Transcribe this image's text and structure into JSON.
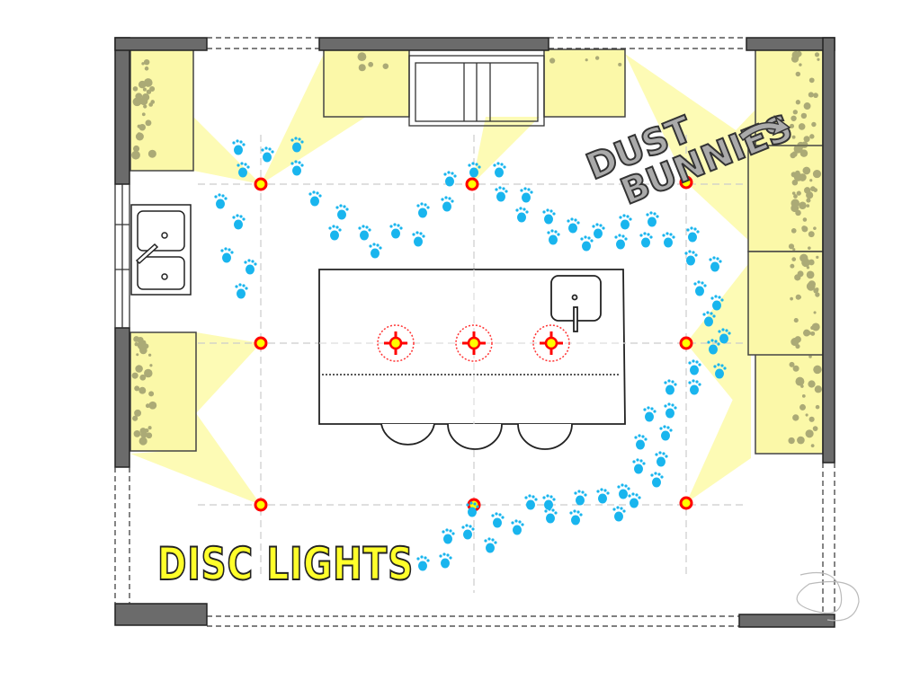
{
  "labels": {
    "disc_lights": "DISC LIGHTS",
    "dust_bunnies_line1": "DUST",
    "dust_bunnies_line2": "BUNNIES"
  },
  "colors": {
    "wall": "#6b6b6b",
    "cabinet": "#fbf8a8",
    "light_cone": "#fdfbb5",
    "disc_light_fill": "#ffff00",
    "disc_light_ring": "#ff0000",
    "footprint": "#19b5ee",
    "dust": "#777755"
  },
  "icons": [
    "disc-light-icon",
    "pendant-light-icon",
    "sink-icon",
    "footprint-icon",
    "arrow-icon"
  ]
}
